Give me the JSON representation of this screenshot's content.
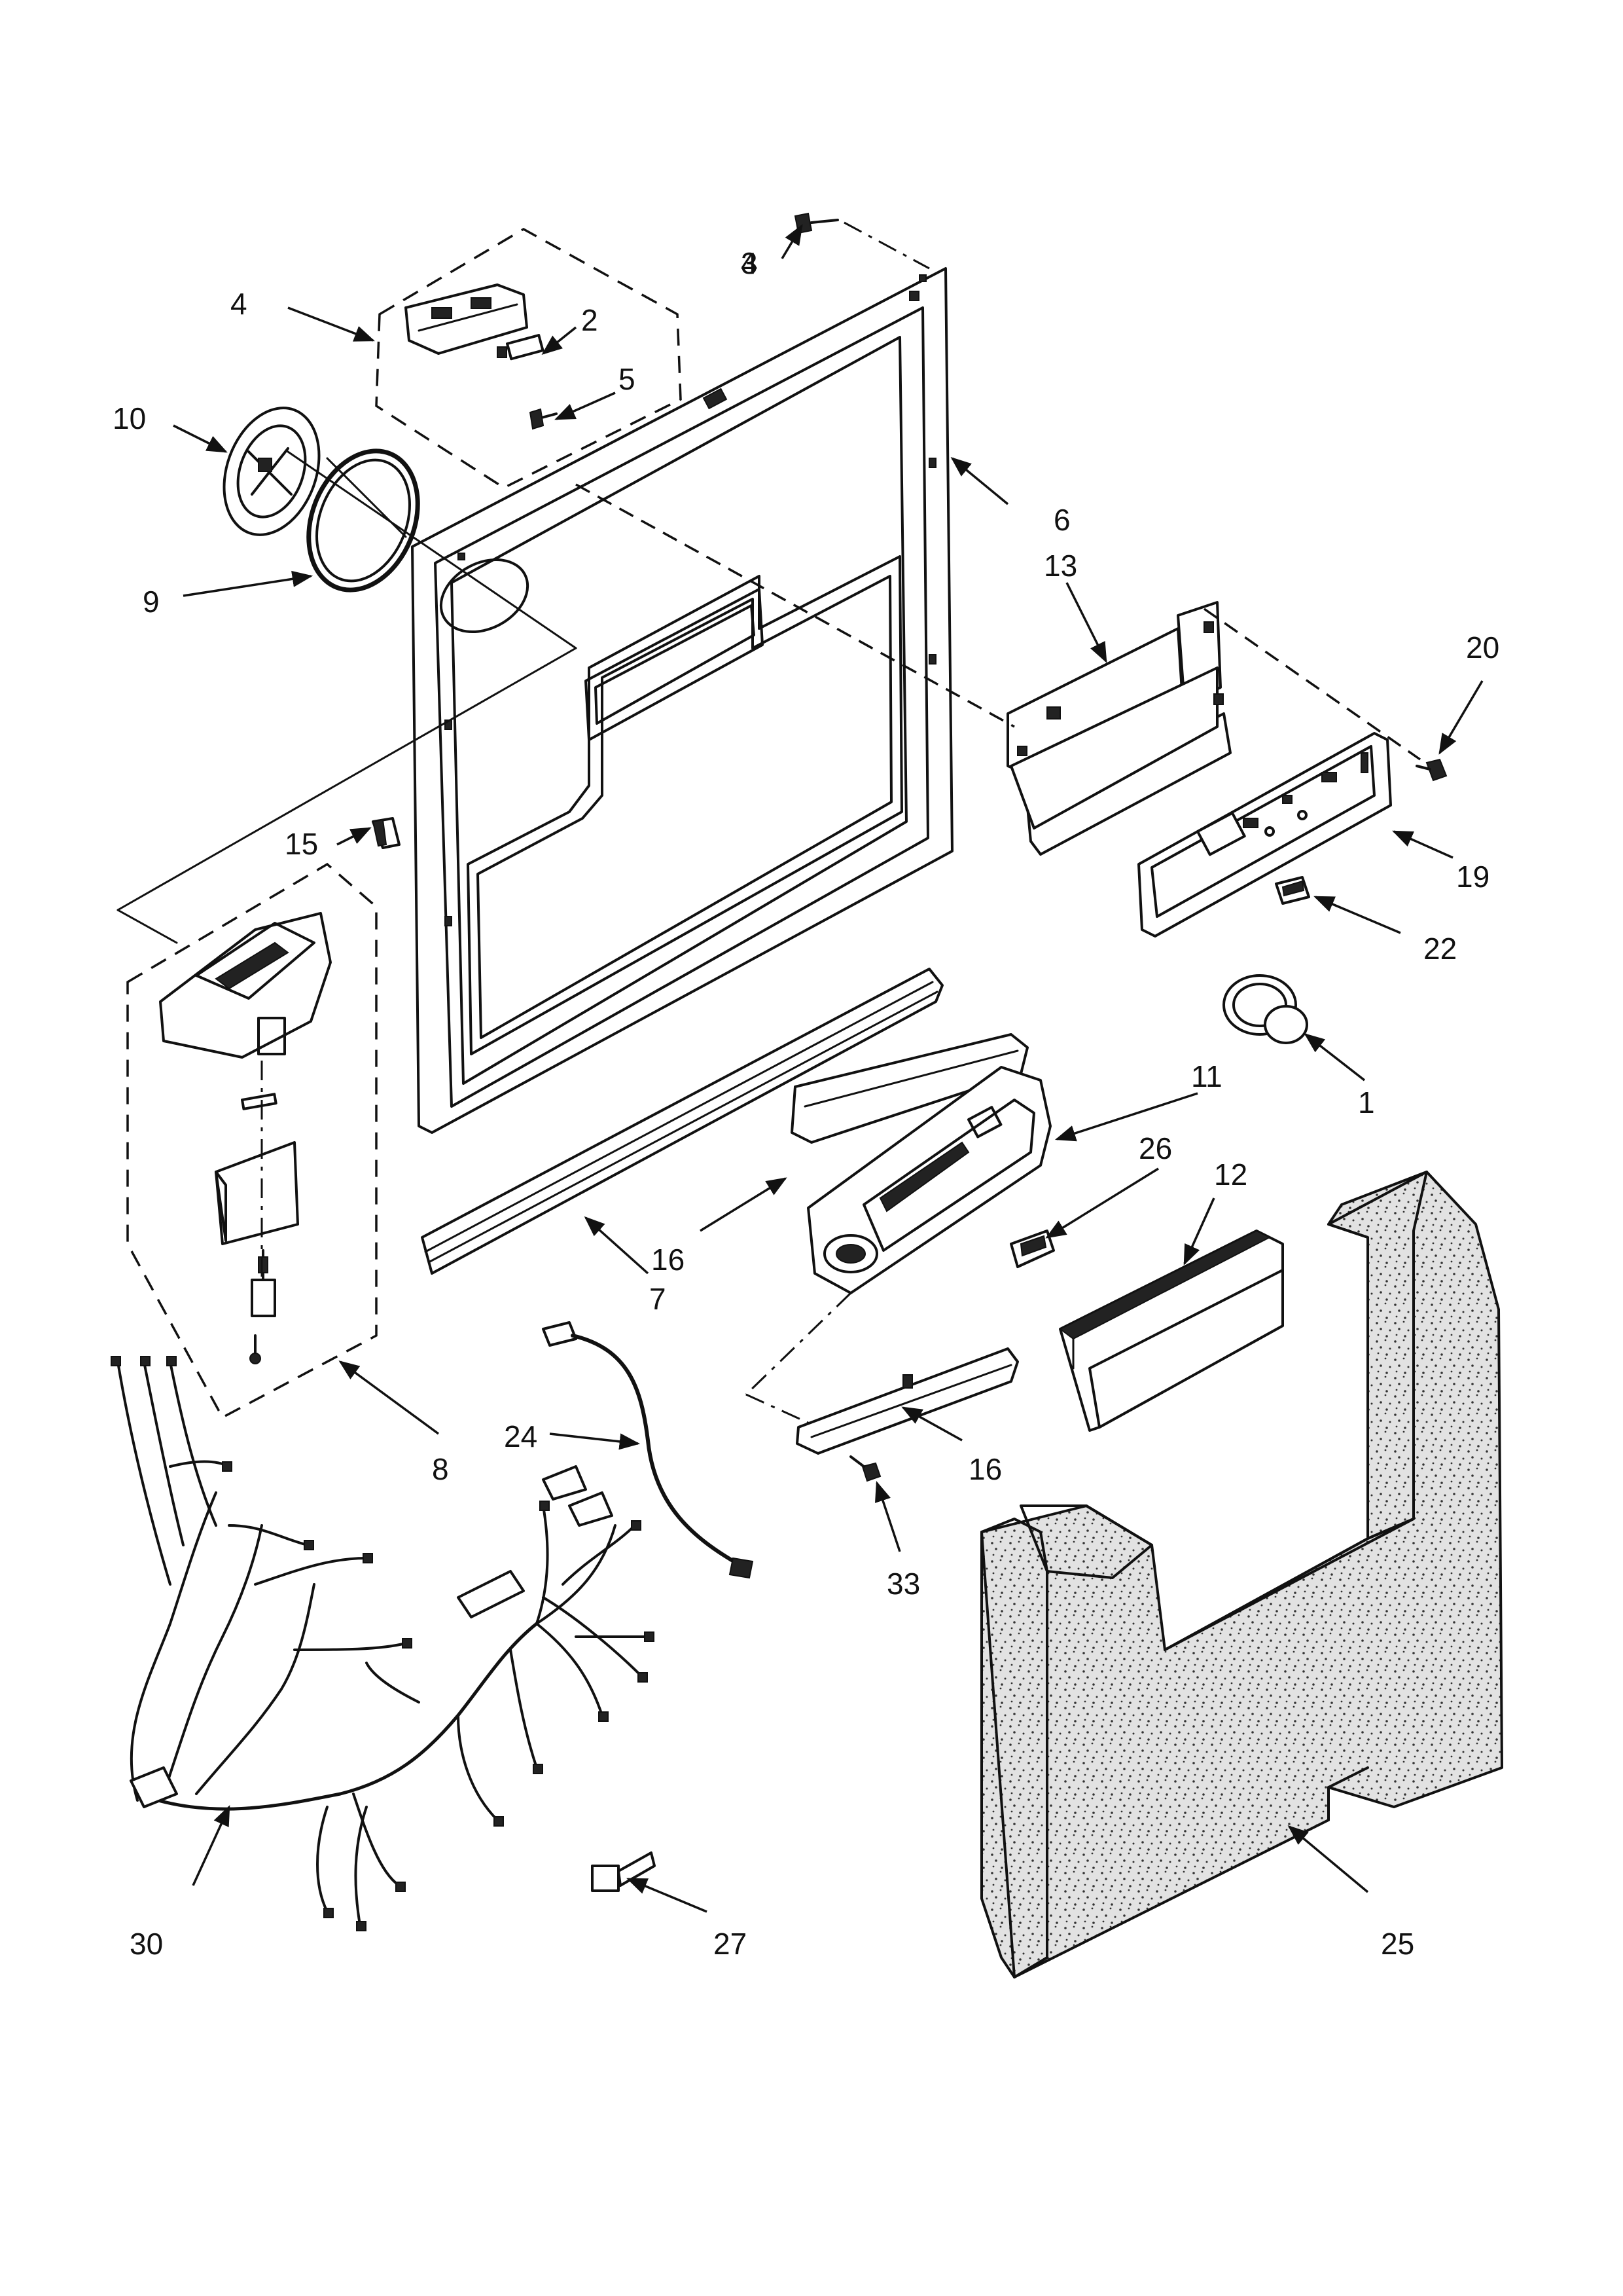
{
  "callouts": [
    {
      "id": "1",
      "label": "1"
    },
    {
      "id": "2",
      "label": "2"
    },
    {
      "id": "3",
      "label": "3"
    },
    {
      "id": "4",
      "label": "4"
    },
    {
      "id": "5",
      "label": "5"
    },
    {
      "id": "6",
      "label": "6"
    },
    {
      "id": "7",
      "label": "7"
    },
    {
      "id": "8",
      "label": "8"
    },
    {
      "id": "9",
      "label": "9"
    },
    {
      "id": "10",
      "label": "10"
    },
    {
      "id": "11",
      "label": "11"
    },
    {
      "id": "12",
      "label": "12"
    },
    {
      "id": "13",
      "label": "13"
    },
    {
      "id": "15",
      "label": "15"
    },
    {
      "id": "16a",
      "label": "16"
    },
    {
      "id": "16b",
      "label": "16"
    },
    {
      "id": "19",
      "label": "19"
    },
    {
      "id": "20",
      "label": "20"
    },
    {
      "id": "22",
      "label": "22"
    },
    {
      "id": "24",
      "label": "24"
    },
    {
      "id": "25",
      "label": "25"
    },
    {
      "id": "26",
      "label": "26"
    },
    {
      "id": "27",
      "label": "27"
    },
    {
      "id": "30",
      "label": "30"
    },
    {
      "id": "33",
      "label": "33"
    }
  ]
}
